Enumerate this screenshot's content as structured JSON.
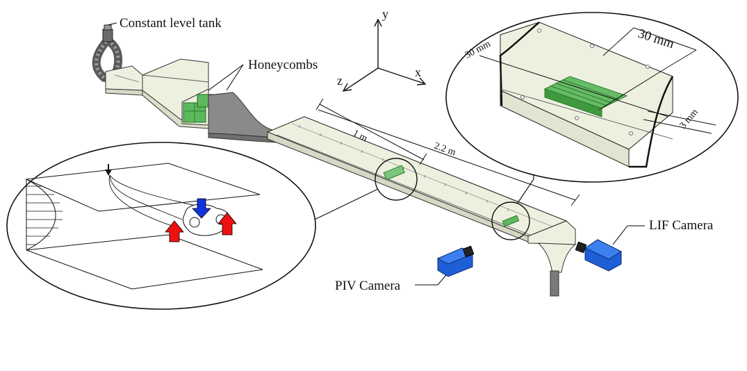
{
  "labels": {
    "constant_level_tank": "Constant level tank",
    "honeycombs": "Honeycombs",
    "piv_camera": "PIV Camera",
    "lif_camera": "LIF Camera"
  },
  "axes": {
    "x": "x",
    "y": "y",
    "z": "z"
  },
  "dimensions": {
    "one_m": "1 m",
    "two_two_m": "2.2 m",
    "thirty_mm_a": "30 mm",
    "thirty_mm_b": "30 mm",
    "three_mm": "3 mm"
  },
  "colors": {
    "channel_fill": "#eef0df",
    "honeycomb_green": "#5cb85c",
    "camera_blue": "#1f5fd6",
    "arrow_red": "#ee1111",
    "arrow_blue": "#1133dd",
    "contraction_gray": "#8a8a8a"
  }
}
